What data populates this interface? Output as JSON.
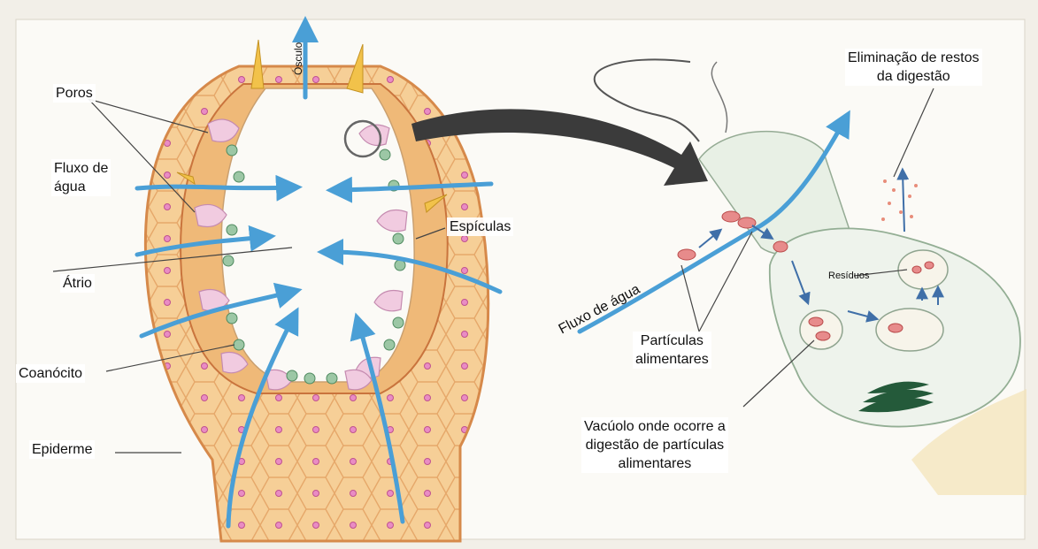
{
  "labels": {
    "osculo": "Ósculo",
    "poros": "Poros",
    "fluxo_agua_left": [
      "Fluxo de",
      "água"
    ],
    "espiculas": "Espículas",
    "atrio": "Átrio",
    "coanocito": "Coanócito",
    "epiderme": "Epiderme",
    "eliminacao": [
      "Eliminação de restos",
      "da digestão"
    ],
    "residuos": "Resíduos",
    "fluxo_agua_right": "Fluxo de água",
    "particulas": [
      "Partículas",
      "alimentares"
    ],
    "vacuolo": [
      "Vacúolo onde ocorre a",
      "digestão de partículas",
      "alimentares"
    ]
  },
  "colors": {
    "water_arrow": "#4a9fd6",
    "sponge_body": "#f3c98e",
    "sponge_cells": "#e9a86b",
    "pore_cells": "#f0c8dc",
    "choanocyte": "#8fbf9b",
    "spicule": "#f2c24a",
    "big_arrow": "#3b3b3b",
    "leader_line": "#444444"
  }
}
